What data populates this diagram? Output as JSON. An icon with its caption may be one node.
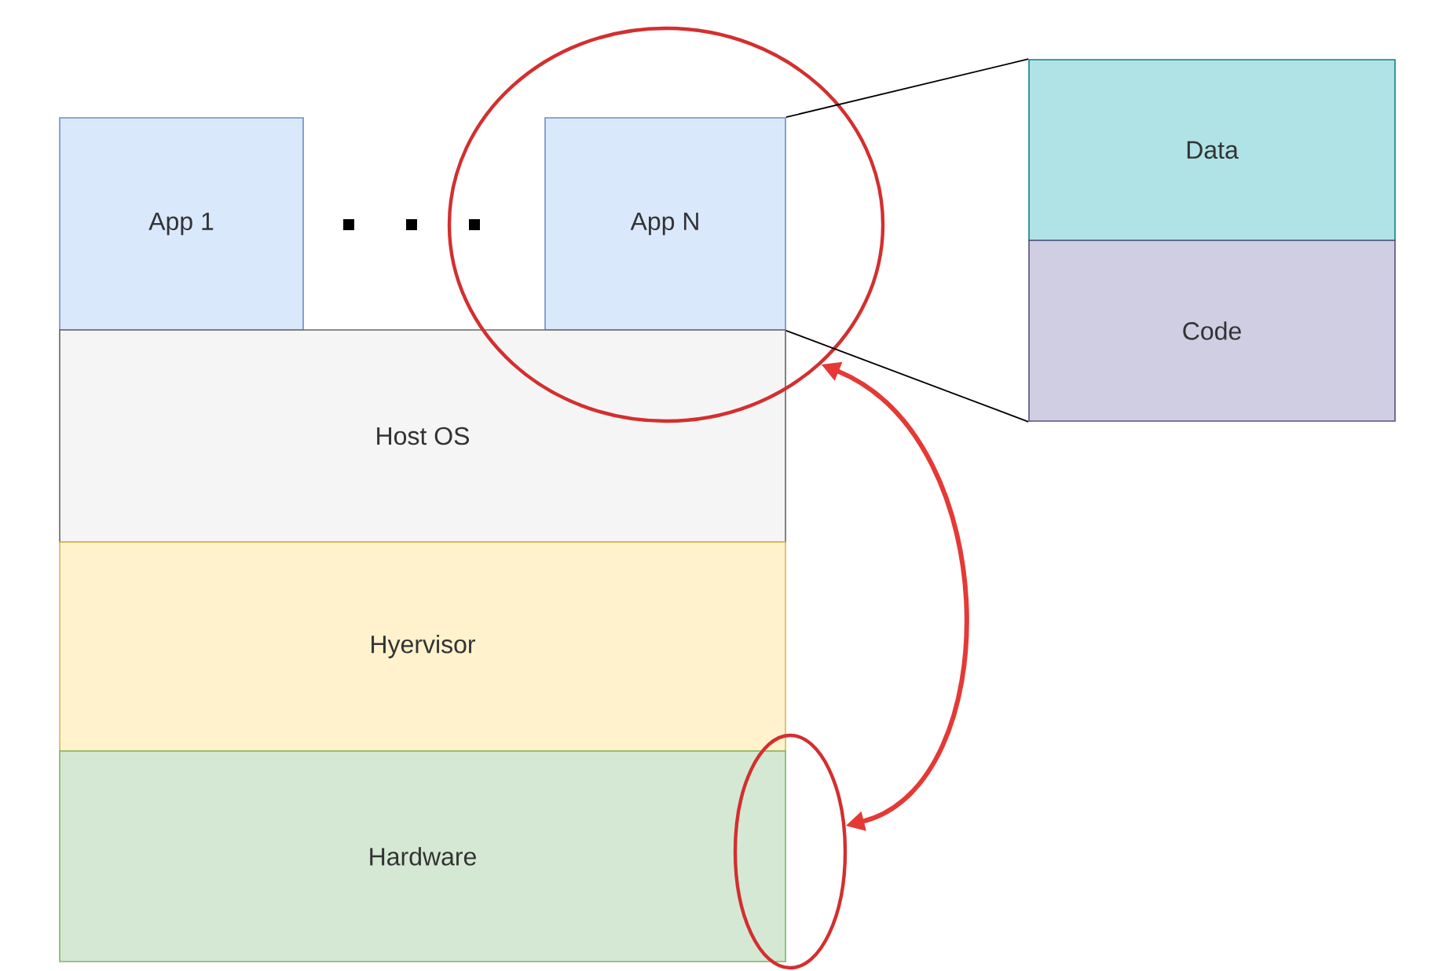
{
  "diagram": {
    "nodes": [
      {
        "text": [
          "App 1"
        ]
      },
      {
        "text": [],
        "shape": "circle"
      },
      {
        "text": [
          "App N"
        ],
        "in": 1
      },
      {
        "text": [
          "Host OS"
        ]
      },
      {
        "text": [
          "Hyervisor"
        ]
      },
      {
        "text": [
          "Hardware"
        ]
      },
      {
        "text": [
          "Data"
        ]
      },
      {
        "text": [
          "Code"
        ]
      },
      {
        "text": [],
        "shape": "circle"
      }
    ],
    "edges": [
      {
        "from": 2,
        "to": 6,
        "arrow": "none"
      },
      {
        "from": 2,
        "to": 7,
        "arrow": "none"
      },
      {
        "from": 1,
        "to": 8,
        "arrow": "both",
        "style": "thick",
        "color": "#e53935"
      }
    ]
  }
}
